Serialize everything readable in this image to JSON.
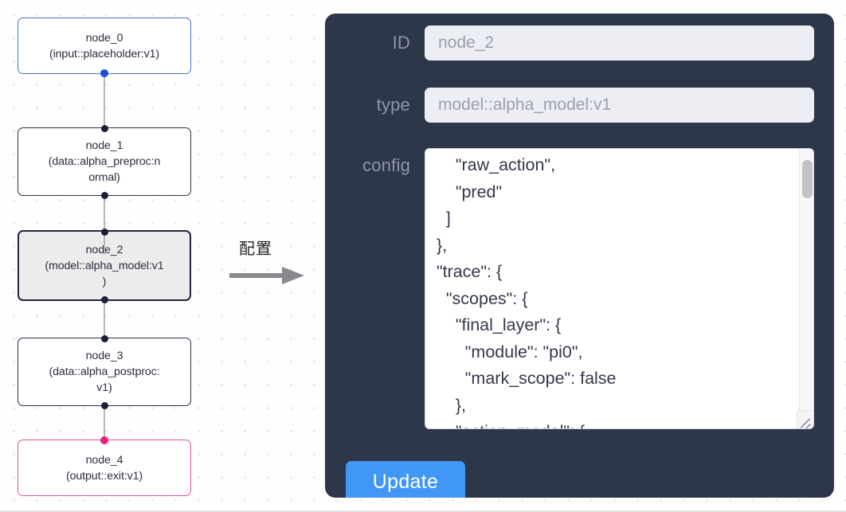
{
  "canvas": {
    "grid": "dot-grid",
    "nodes": [
      {
        "id": "node_0",
        "title": "node_0",
        "subtitle": "(input::placeholder:v1)",
        "kind": "input",
        "selected": false,
        "accent": "#4a6fd6"
      },
      {
        "id": "node_1",
        "title": "node_1",
        "subtitle": "(data::alpha_preproc:n\normal)",
        "kind": "default",
        "selected": false,
        "accent": "#2b2f44"
      },
      {
        "id": "node_2",
        "title": "node_2",
        "subtitle": "(model::alpha_model:v1\n)",
        "kind": "model",
        "selected": true,
        "accent": "#22263a"
      },
      {
        "id": "node_3",
        "title": "node_3",
        "subtitle": "(data::alpha_postproc:\nv1)",
        "kind": "default",
        "selected": false,
        "accent": "#2b2f44"
      },
      {
        "id": "node_4",
        "title": "node_4",
        "subtitle": "(output::exit:v1)",
        "kind": "output",
        "selected": false,
        "accent": "#e0509b"
      }
    ],
    "edges": [
      {
        "from": "node_0",
        "to": "node_1"
      },
      {
        "from": "node_1",
        "to": "node_2"
      },
      {
        "from": "node_2",
        "to": "node_3"
      },
      {
        "from": "node_3",
        "to": "node_4"
      }
    ]
  },
  "transition": {
    "label": "配置",
    "arrow_icon": "right-arrow-icon",
    "arrow_color": "#8a8a8e"
  },
  "panel": {
    "background": "#2e374a",
    "fields": {
      "id": {
        "label": "ID",
        "value": "node_2",
        "placeholder": "node_2"
      },
      "type": {
        "label": "type",
        "value": "model::alpha_model:v1",
        "placeholder": "model::alpha_model:v1"
      },
      "config": {
        "label": "config",
        "value": "      \"raw_action\",\n      \"pred\"\n    ]\n  },\n  \"trace\": {\n    \"scopes\": {\n      \"final_layer\": {\n        \"module\": \"pi0\",\n        \"mark_scope\": false\n      },\n      \"action_model\": {"
      }
    },
    "update_button": {
      "label": "Update",
      "color": "#4197f5"
    },
    "scrollbar": {
      "position": "near-top"
    },
    "resize_handle": "resize-grip-icon"
  }
}
